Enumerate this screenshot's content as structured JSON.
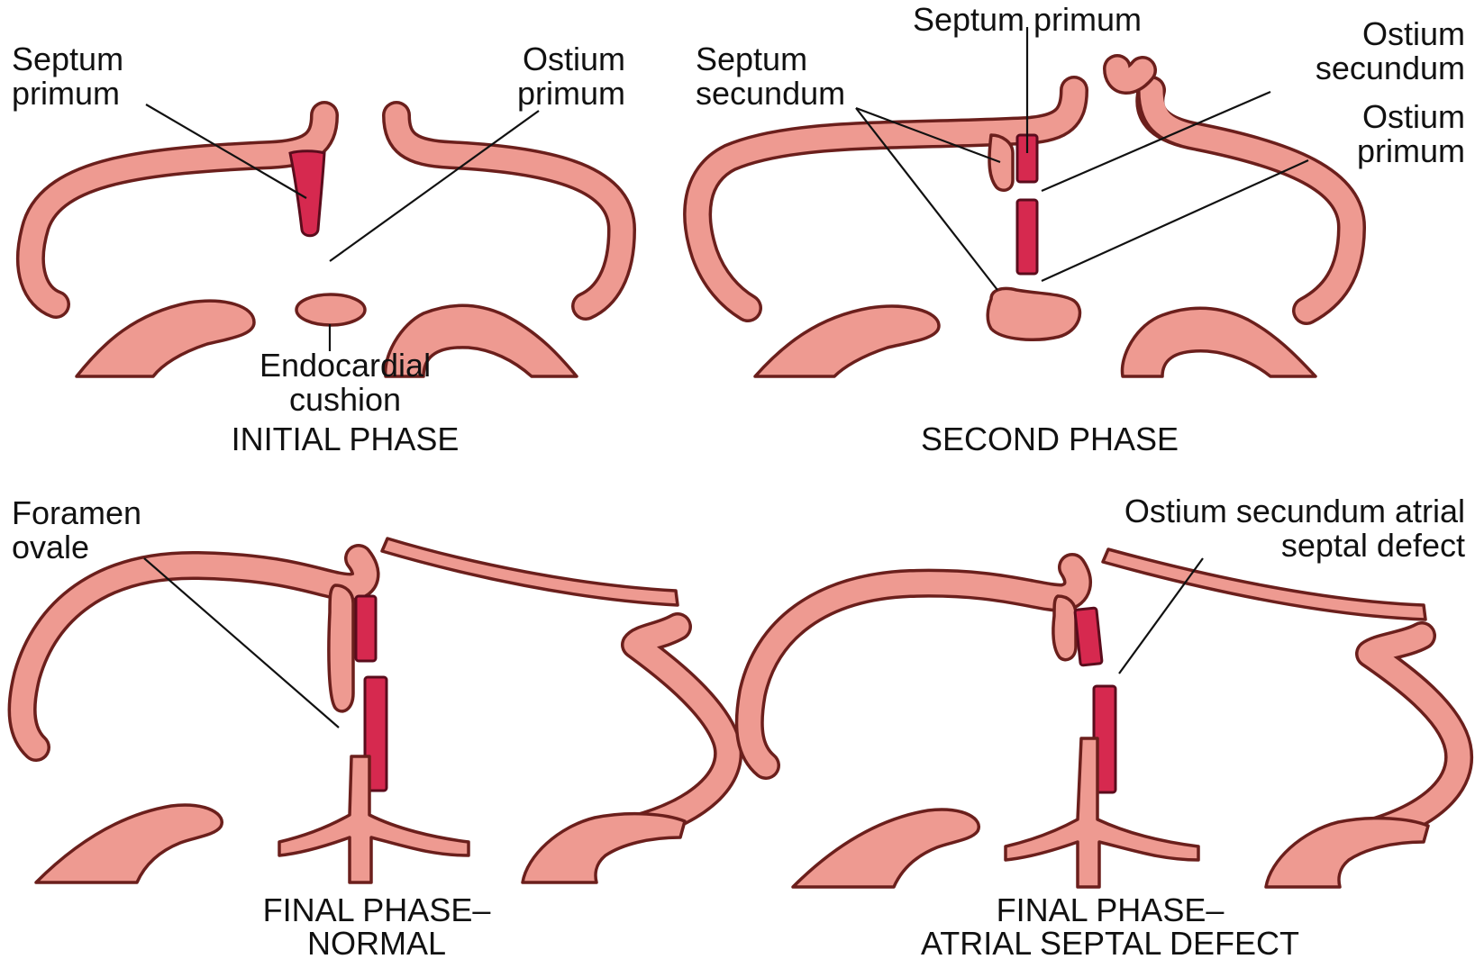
{
  "colors": {
    "wall": "#ee9a91",
    "outline": "#6b1f1c",
    "septum_primum": "#d6294f",
    "text": "#111111",
    "background": "#ffffff"
  },
  "panels": {
    "initial": {
      "caption": "INITIAL PHASE",
      "labels": {
        "septum_primum": [
          "Septum",
          "primum"
        ],
        "ostium_primum": [
          "Ostium",
          "primum"
        ],
        "endocardial_cushion": [
          "Endocardial",
          "cushion"
        ]
      }
    },
    "second": {
      "caption": "SECOND PHASE",
      "labels": {
        "septum_primum": "Septum primum",
        "septum_secundum": [
          "Septum",
          "secundum"
        ],
        "ostium_secundum": [
          "Ostium",
          "secundum"
        ],
        "ostium_primum": [
          "Ostium",
          "primum"
        ]
      }
    },
    "final_normal": {
      "caption": [
        "FINAL PHASE–",
        "NORMAL"
      ],
      "labels": {
        "foramen_ovale": [
          "Foramen",
          "ovale"
        ]
      }
    },
    "final_asd": {
      "caption": [
        "FINAL PHASE–",
        "ATRIAL SEPTAL DEFECT"
      ],
      "labels": {
        "ostium_secundum_asd": [
          "Ostium secundum atrial",
          "septal defect"
        ]
      }
    }
  }
}
